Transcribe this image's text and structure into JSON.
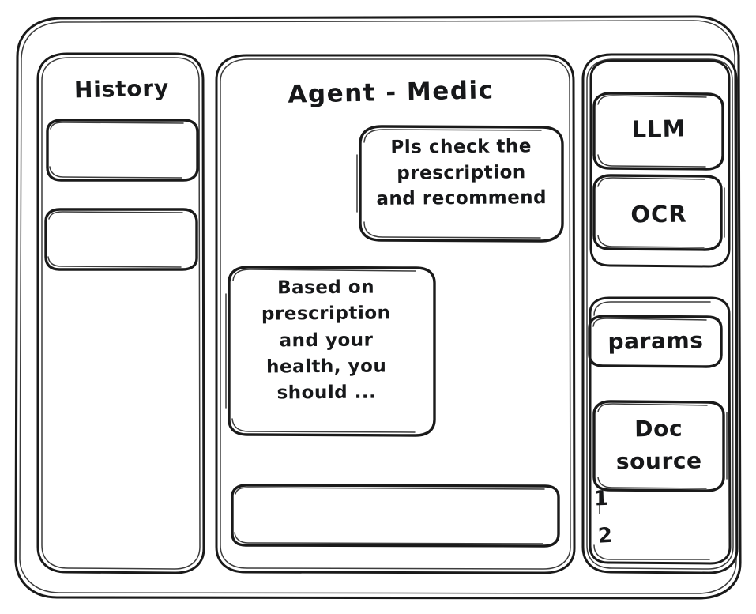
{
  "window": {
    "style": "hand-drawn-wireframe",
    "stroke_color": "#1a1a1a",
    "background_color": "#ffffff"
  },
  "history_panel": {
    "title": "History",
    "items": [
      {
        "label": ""
      },
      {
        "label": ""
      }
    ]
  },
  "main_panel": {
    "title": "Agent - Medic",
    "messages": [
      {
        "role": "user",
        "text": "Pls check the\nprescription\nand recommend"
      },
      {
        "role": "agent",
        "text": "Based on\nprescription\nand your\nhealth, you\nshould ..."
      }
    ],
    "composer": {
      "value": "",
      "placeholder": ""
    }
  },
  "tools_panel": {
    "models": [
      {
        "label": "LLM"
      },
      {
        "label": "OCR"
      }
    ],
    "settings": [
      {
        "label": "params"
      }
    ],
    "doc_source": {
      "label": "Doc\nsource",
      "items": [
        {
          "marker": "1",
          "label": ""
        },
        {
          "marker": "2",
          "label": ""
        }
      ]
    }
  }
}
